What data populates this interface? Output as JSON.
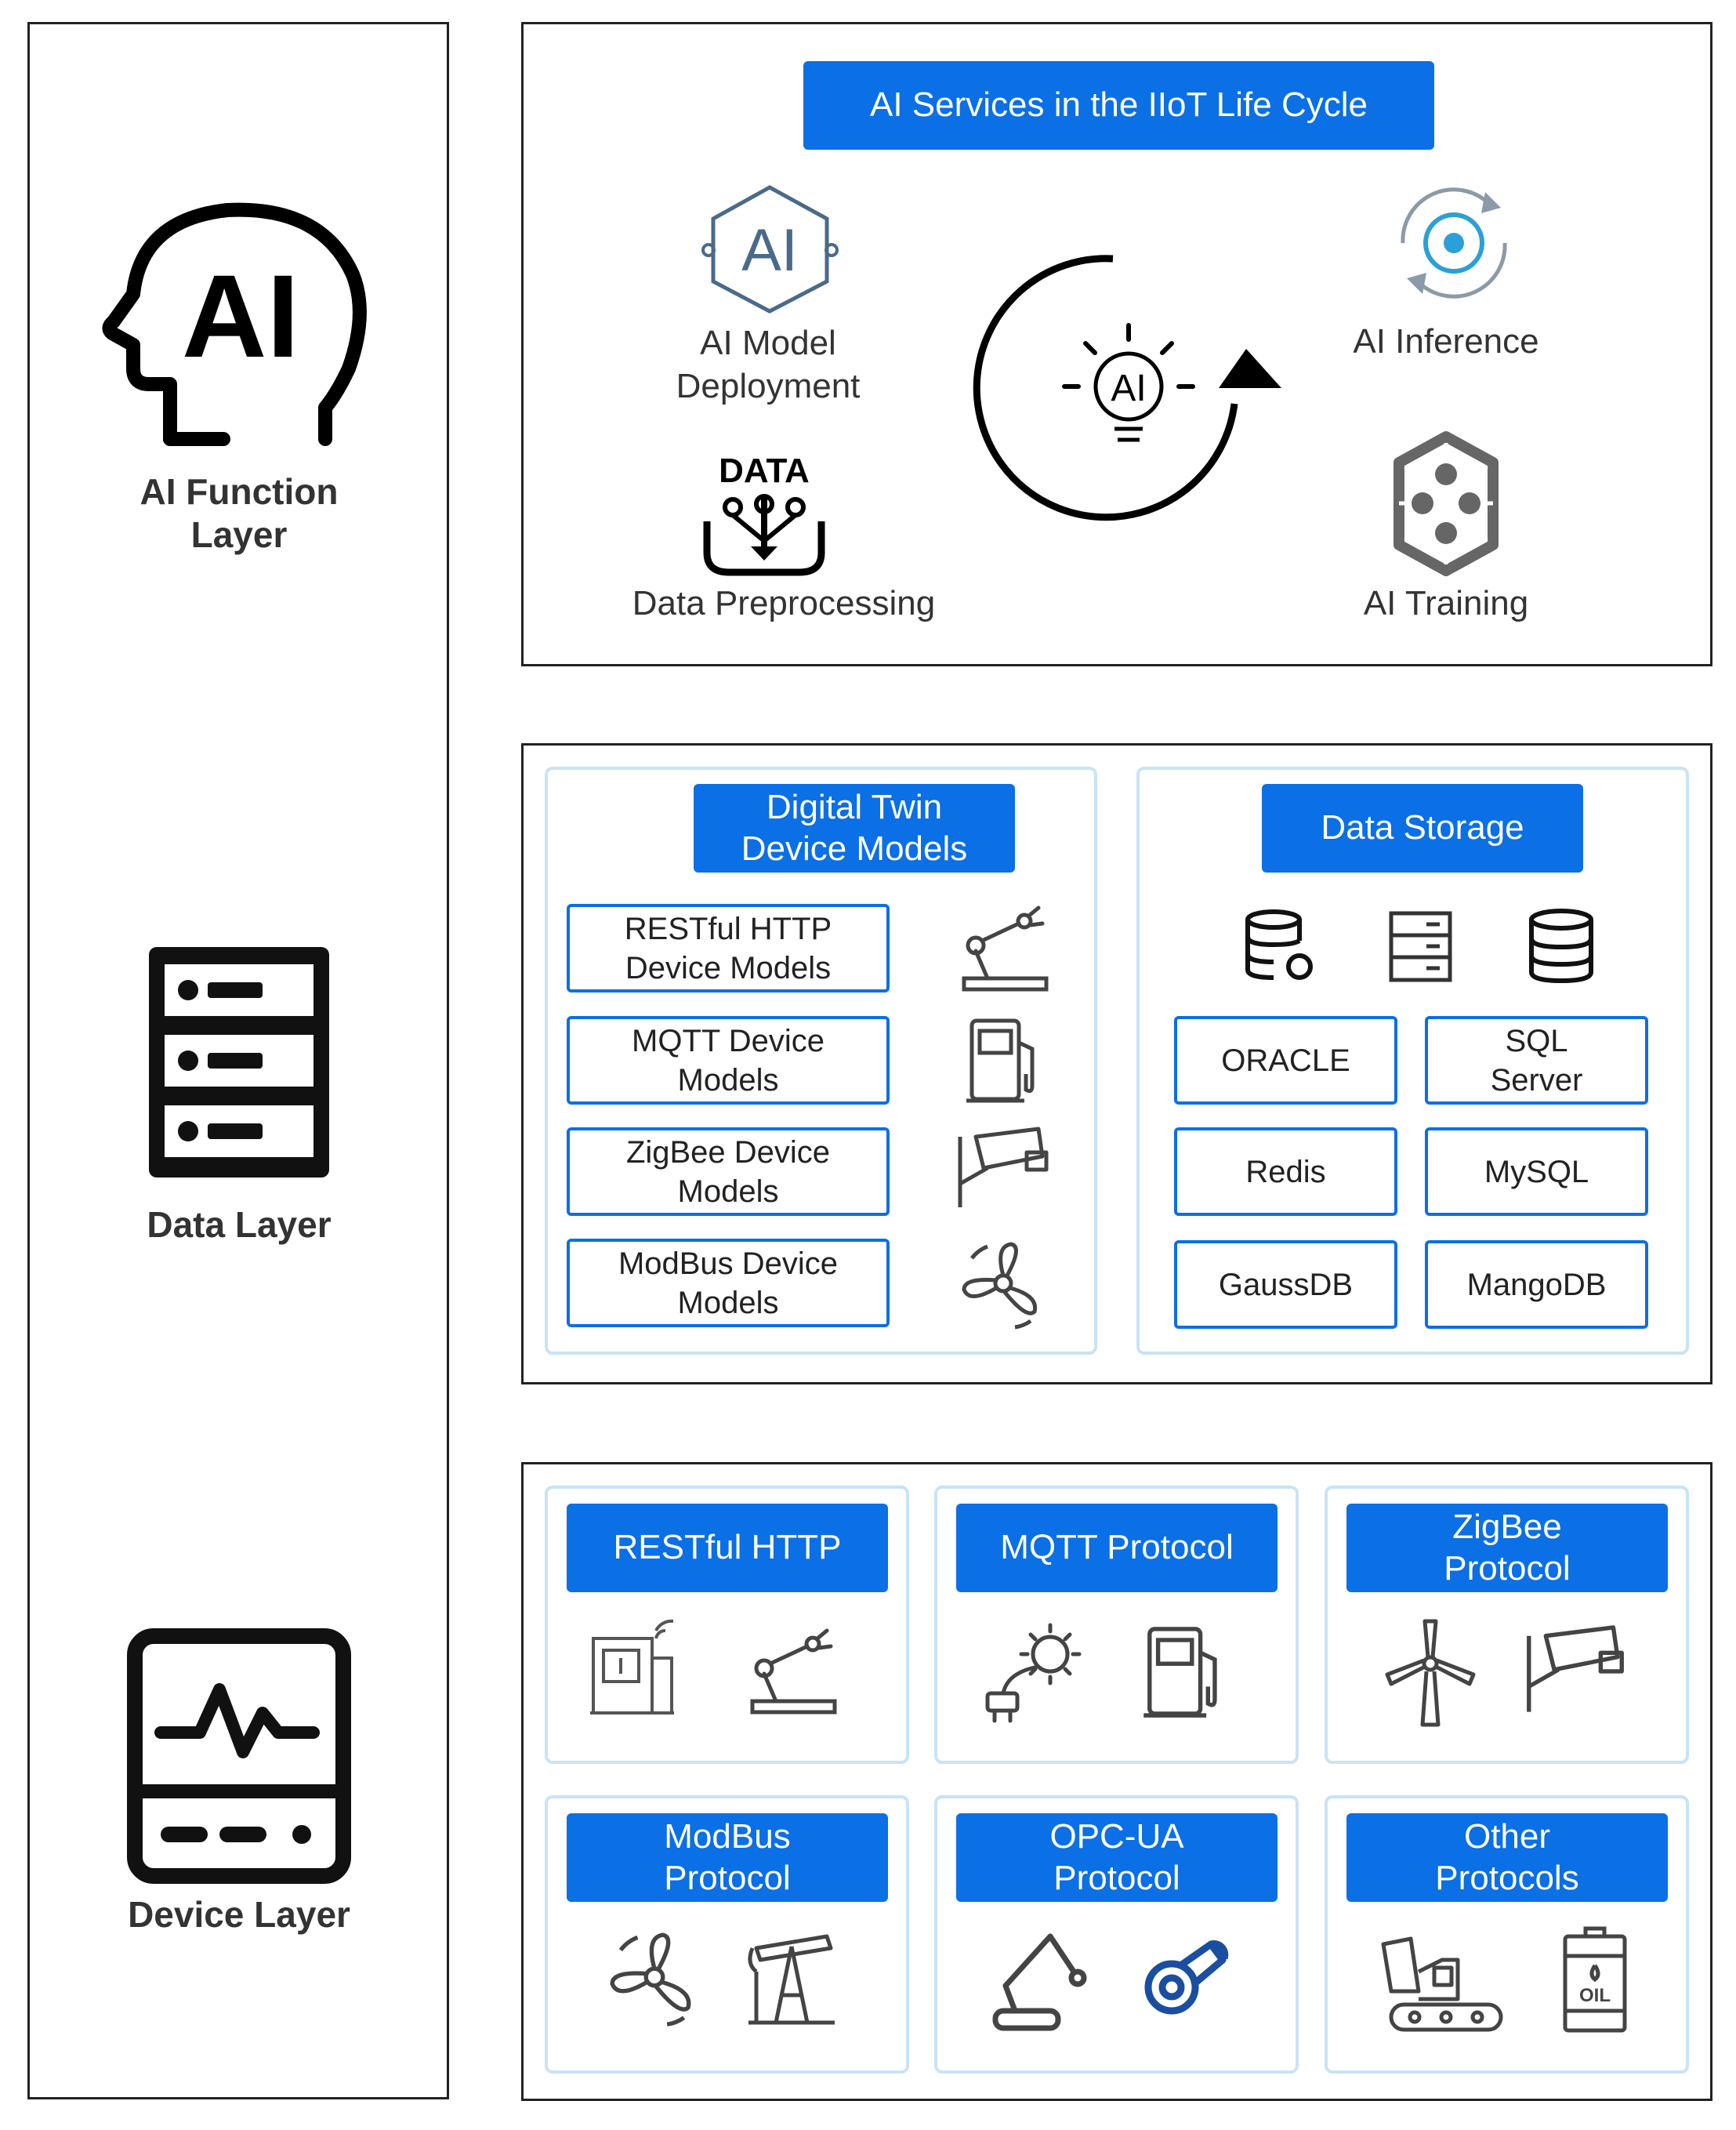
{
  "left_column": {
    "ai_layer": {
      "label": "AI Function\nLayer",
      "icon": "ai-head-icon"
    },
    "data_layer": {
      "label": "Data Layer",
      "icon": "server-rack-icon"
    },
    "device_layer": {
      "label": "Device Layer",
      "icon": "monitor-device-icon"
    }
  },
  "ai_section": {
    "title": "AI Services in the IIoT Life Cycle",
    "center_icon": "ai-lifecycle-cycle-icon",
    "services": [
      {
        "label": "AI Model\nDeployment",
        "icon": "ai-chip-hexagon-icon"
      },
      {
        "label": "AI Inference",
        "icon": "inference-target-icon"
      },
      {
        "label": "Data Preprocessing",
        "icon": "data-funnel-icon",
        "icon_text": "DATA"
      },
      {
        "label": "AI Training",
        "icon": "neural-network-icon"
      }
    ]
  },
  "data_section": {
    "twin": {
      "title": "Digital Twin\nDevice Models",
      "items": [
        {
          "label": "RESTful HTTP\nDevice Models",
          "icon": "robot-arm-icon"
        },
        {
          "label": "MQTT Device\nModels",
          "icon": "fuel-pump-icon"
        },
        {
          "label": "ZigBee Device\nModels",
          "icon": "security-camera-icon"
        },
        {
          "label": "ModBus Device\nModels",
          "icon": "fan-icon"
        }
      ]
    },
    "storage": {
      "title": "Data Storage",
      "icons": [
        "database-gear-icon",
        "server-drawers-icon",
        "database-stack-icon"
      ],
      "databases": [
        "ORACLE",
        "SQL\nServer",
        "Redis",
        "MySQL",
        "GaussDB",
        "MangoDB"
      ]
    }
  },
  "device_section": {
    "protocols": [
      {
        "title": "RESTful HTTP",
        "icons": [
          "cnc-machine-icon",
          "robot-arm-icon"
        ]
      },
      {
        "title": "MQTT Protocol",
        "icons": [
          "solar-plug-icon",
          "fuel-pump-icon"
        ]
      },
      {
        "title": "ZigBee\nProtocol",
        "icons": [
          "wind-turbine-icon",
          "security-camera-icon"
        ]
      },
      {
        "title": "ModBus\nProtocol",
        "icons": [
          "fan-icon",
          "oil-pumpjack-icon"
        ]
      },
      {
        "title": "OPC-UA\nProtocol",
        "icons": [
          "industrial-robot-icon",
          "pipe-coupling-icon"
        ]
      },
      {
        "title": "Other\nProtocols",
        "icons": [
          "excavator-icon",
          "oil-barrel-icon"
        ]
      }
    ],
    "oil_label": "OIL"
  }
}
